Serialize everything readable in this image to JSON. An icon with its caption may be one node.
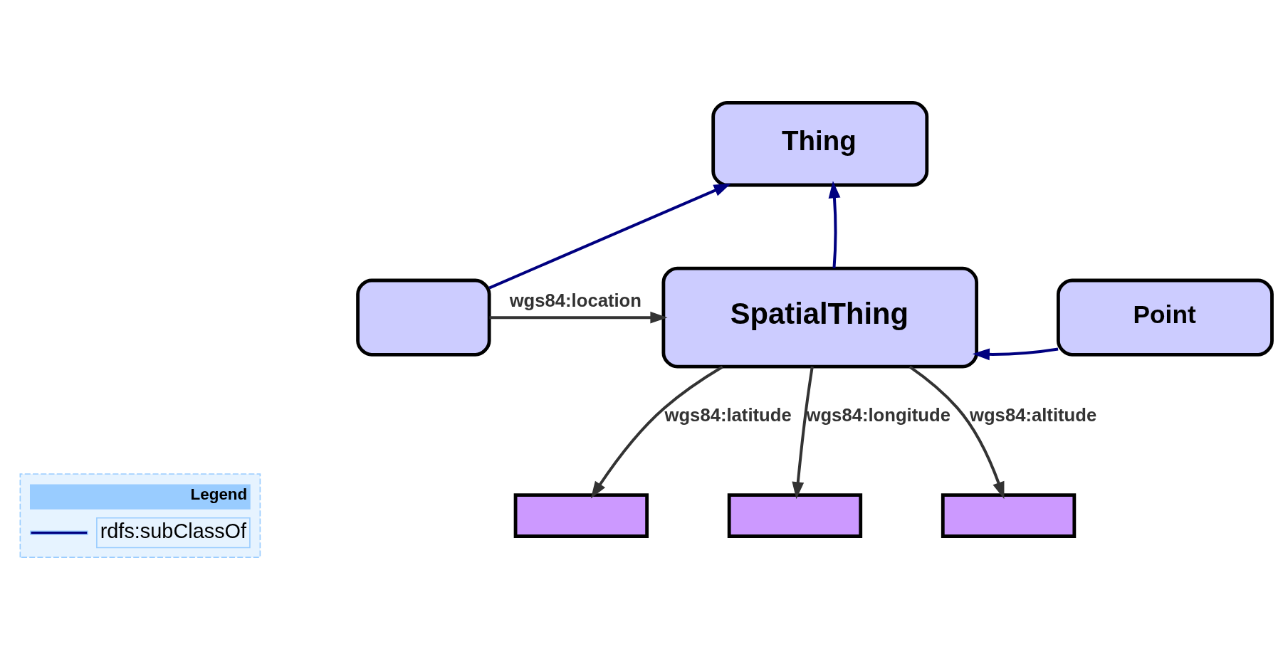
{
  "diagram": {
    "nodes": [
      {
        "text": [
          "Thing"
        ]
      },
      {
        "text": [],
        "shape": "box"
      },
      {
        "text": [
          "SpatialThing"
        ]
      },
      {
        "text": [
          "Point"
        ]
      },
      {
        "text": [],
        "shape": "box"
      },
      {
        "text": [],
        "shape": "box"
      },
      {
        "text": [],
        "shape": "box"
      }
    ],
    "edges": [
      {
        "from": 1,
        "to": 0,
        "arrow": "to",
        "color": "#000080"
      },
      {
        "from": 2,
        "to": 0,
        "arrow": "to",
        "color": "#000080"
      },
      {
        "from": 1,
        "to": 2,
        "arrow": "to",
        "label": "wgs84:location"
      },
      {
        "from": 3,
        "to": 2,
        "arrow": "to",
        "color": "#000080"
      },
      {
        "from": 2,
        "to": 4,
        "arrow": "to",
        "label": "wgs84:latitude"
      },
      {
        "from": 2,
        "to": 5,
        "arrow": "to",
        "label": "wgs84:longitude"
      },
      {
        "from": 2,
        "to": 6,
        "arrow": "to",
        "label": "wgs84:altitude"
      }
    ],
    "labels": [
      "Legend"
    ],
    "legend": [
      {
        "text": "rdfs:subClassOf"
      }
    ]
  }
}
